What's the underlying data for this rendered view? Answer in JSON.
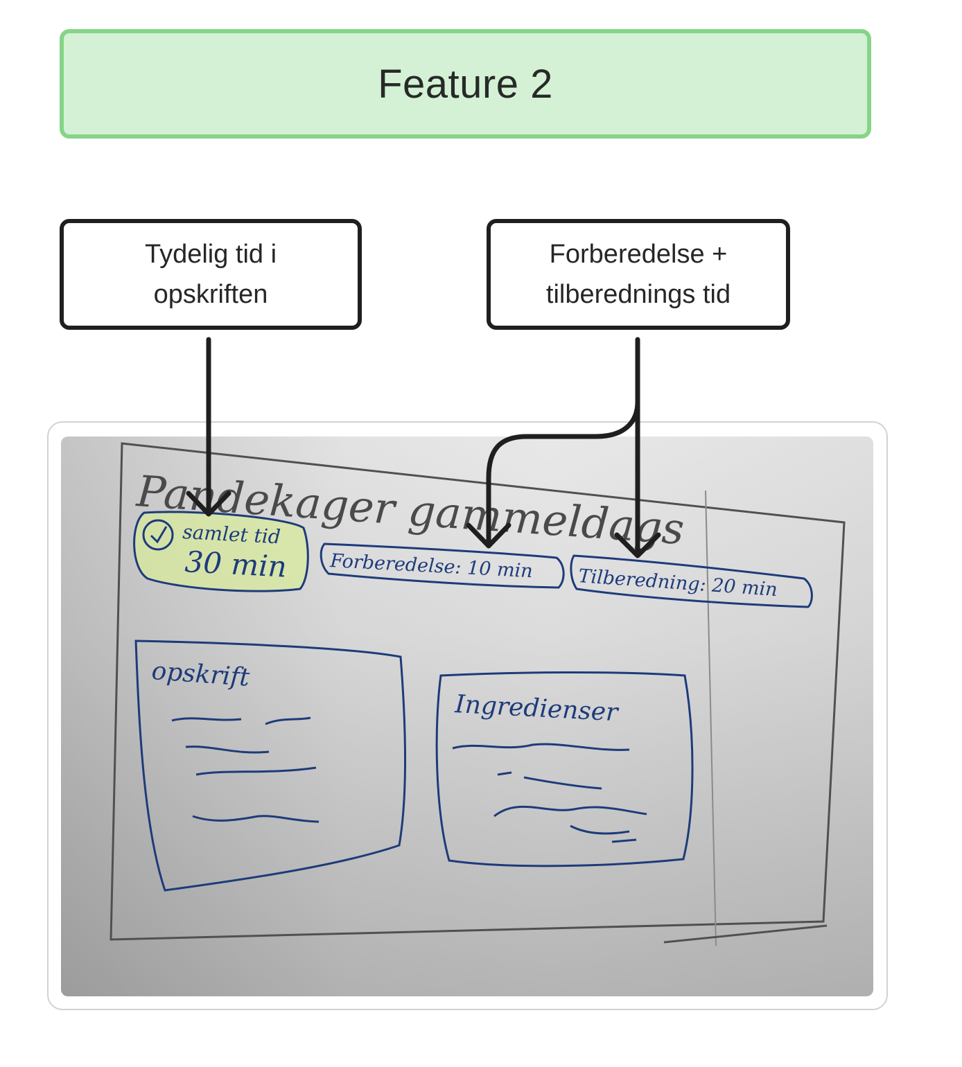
{
  "title": "Feature 2",
  "notes": {
    "left": {
      "line1": "Tydelig tid i",
      "line2": "opskriften"
    },
    "right": {
      "line1": "Forberedelse +",
      "line2": "tilberednings tid"
    }
  },
  "sketch": {
    "heading": "Pandekager gammeldags",
    "total_time_label": "samlet tid",
    "total_time_value": "30 min",
    "prep_pill": "Forberedelse: 10 min",
    "cook_pill": "Tilberedning: 20 min",
    "recipe_box_title": "opskrift",
    "ingredients_box_title": "Ingredienser"
  },
  "colors": {
    "title_fill": "#d4f1d5",
    "title_border": "#86d488",
    "ink_blue": "#1d3b7a",
    "pencil": "#4a4a4a",
    "highlight": "#d9ec9a"
  }
}
